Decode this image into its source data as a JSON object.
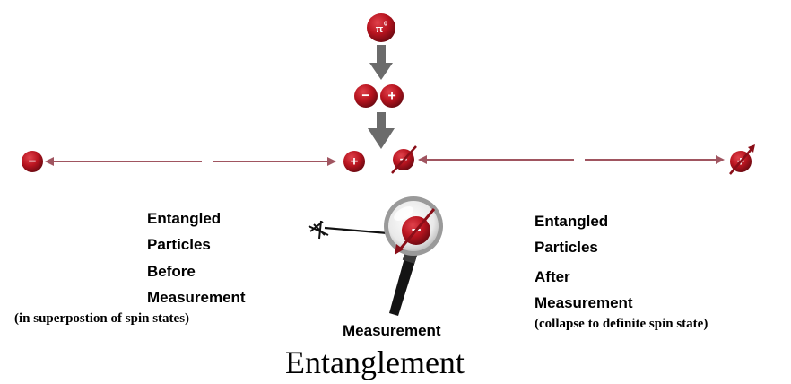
{
  "source": {
    "symbol": "π",
    "superscript": "0"
  },
  "signs": {
    "minus": "−",
    "plus": "+"
  },
  "left_caption": {
    "line1": "Entangled",
    "line2": "Particles",
    "line3": "Before",
    "line4": "Measurement",
    "note": "(in superpostion of spin states)"
  },
  "right_caption": {
    "line1": "Entangled",
    "line2": "Particles",
    "line3": "After",
    "line4": "Measurement",
    "note": "(collapse to definite spin state)"
  },
  "measurement_label": "Measurement",
  "title": "Entanglement",
  "colors": {
    "particle": "#b8141f",
    "particle_edge": "#6e0a12",
    "track": "#a05560",
    "flow_arrow": "#6b6b6b",
    "magnifier_handle": "#141414",
    "magnifier_rim": "#9a9a9a"
  }
}
